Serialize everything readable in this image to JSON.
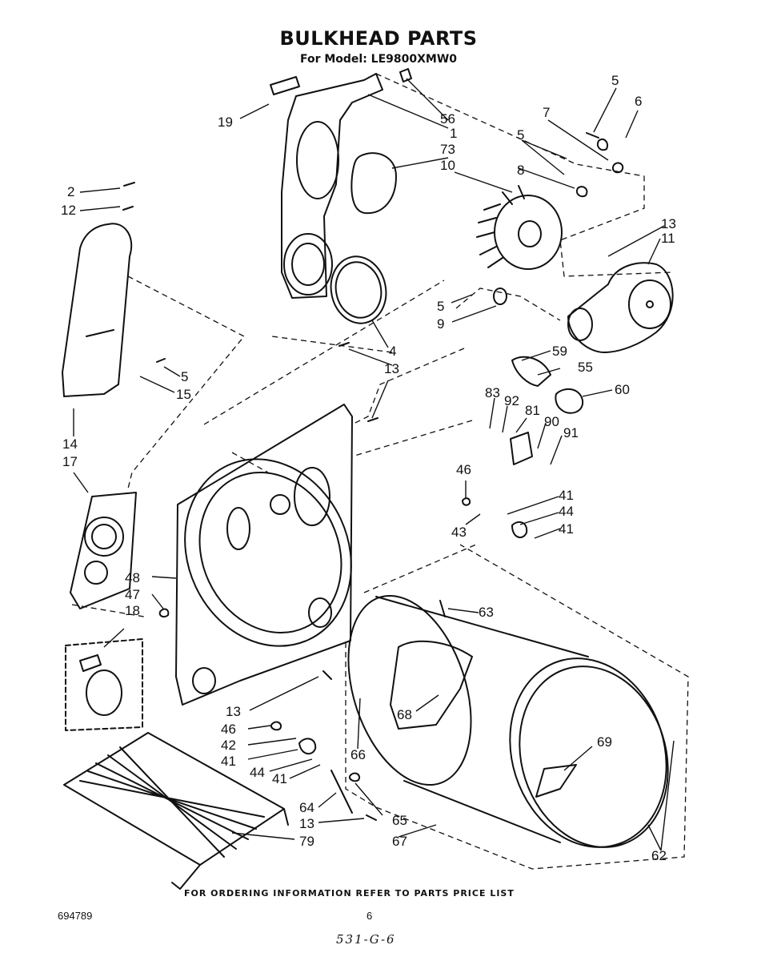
{
  "header": {
    "title": "BULKHEAD PARTS",
    "subtitle": "For Model: LE9800XMW0"
  },
  "callouts": [
    "5",
    "6",
    "7",
    "5",
    "56",
    "1",
    "19",
    "73",
    "10",
    "8",
    "2",
    "12",
    "13",
    "11",
    "5",
    "9",
    "4",
    "13",
    "5",
    "15",
    "59",
    "55",
    "60",
    "83",
    "92",
    "81",
    "90",
    "91",
    "14",
    "17",
    "46",
    "41",
    "44",
    "43",
    "41",
    "48",
    "47",
    "63",
    "18",
    "68",
    "13",
    "46",
    "42",
    "41",
    "44",
    "41",
    "69",
    "66",
    "64",
    "65",
    "13",
    "79",
    "67",
    "62"
  ],
  "footer": {
    "note": "FOR ORDERING INFORMATION REFER TO PARTS PRICE LIST",
    "doc_number": "694789",
    "page_number": "6",
    "handwritten": "531-G-6"
  }
}
